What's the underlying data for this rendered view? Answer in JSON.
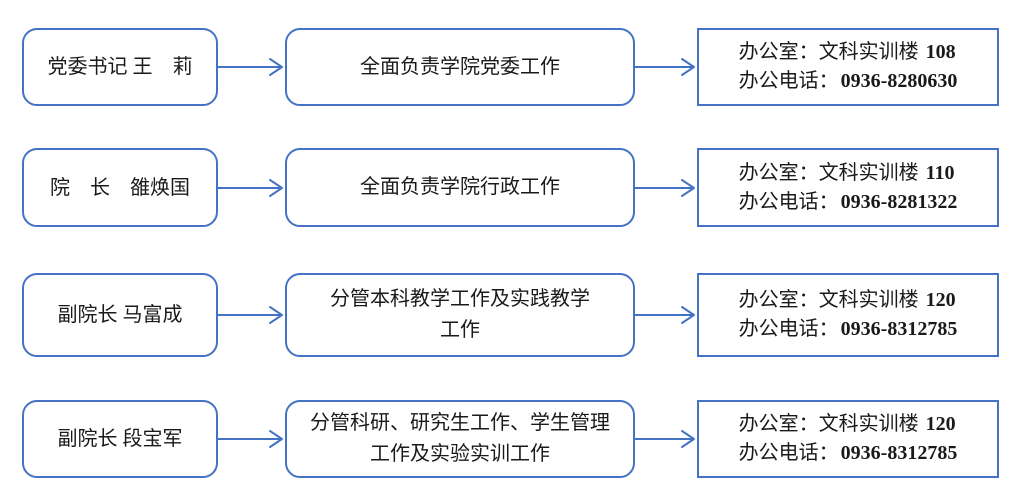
{
  "colors": {
    "border": "#4472C4",
    "arrow": "#4472C4",
    "text": "#1a1a1a",
    "background": "#ffffff"
  },
  "rows": [
    {
      "role": "党委书记 王　莉",
      "duty": "全面负责学院党委工作",
      "office_label": "办公室：文科实训楼",
      "office_number": "108",
      "phone_label": "办公电话：",
      "phone_number": "0936-8280630"
    },
    {
      "role": "院　长　雒焕国",
      "duty": "全面负责学院行政工作",
      "office_label": "办公室：文科实训楼",
      "office_number": "110",
      "phone_label": "办公电话：",
      "phone_number": "0936-8281322"
    },
    {
      "role": "副院长 马富成",
      "duty": "分管本科教学工作及实践教学\n工作",
      "office_label": "办公室：文科实训楼",
      "office_number": "120",
      "phone_label": "办公电话：",
      "phone_number": "0936-8312785"
    },
    {
      "role": "副院长 段宝军",
      "duty": "分管科研、研究生工作、学生管理\n工作及实验实训工作",
      "office_label": "办公室：文科实训楼",
      "office_number": "120",
      "phone_label": "办公电话：",
      "phone_number": "0936-8312785"
    }
  ]
}
